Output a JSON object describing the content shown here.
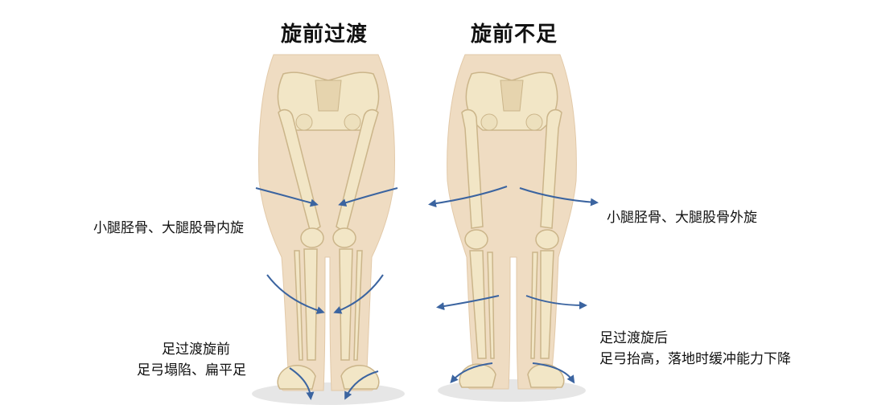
{
  "left_panel": {
    "title": "旋前过渡",
    "label_upper": "小腿胫骨、大腿股骨内旋",
    "label_lower_line1": "足过渡旋前",
    "label_lower_line2": "足弓塌陷、扁平足"
  },
  "right_panel": {
    "title": "旋前不足",
    "label_upper": "小腿胫骨、大腿股骨外旋",
    "label_lower_line1": "足过渡旋后",
    "label_lower_line2": "足弓抬高，落地时缓冲能力下降"
  },
  "colors": {
    "skin": "#efdcc2",
    "bone": "#f2e6c6",
    "bone_outline": "#cbb58a",
    "arrow": "#3b64a0"
  }
}
